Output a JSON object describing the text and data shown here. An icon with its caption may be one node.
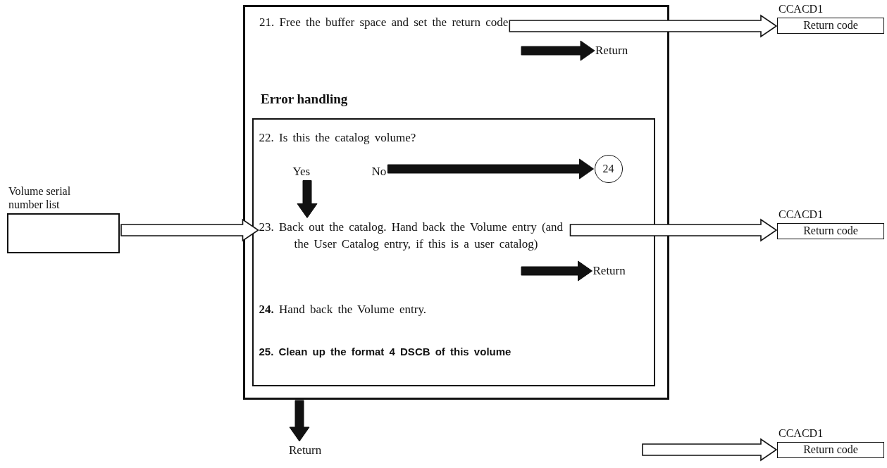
{
  "diagram": {
    "nodes": [
      {
        "text": [
          "Volume serial number list"
        ]
      },
      {
        "text": [],
        "shape": "box"
      },
      {
        "text": [
          "21. Free the buffer space and set the return code"
        ],
        "in": 1
      },
      {
        "text": [
          "Return"
        ],
        "in": 1
      },
      {
        "text": [
          "Error handling"
        ],
        "in": 1
      },
      {
        "text": [
          "22. Is this the catalog volume?"
        ],
        "in": 4
      },
      {
        "text": [
          "Yes"
        ],
        "in": 4
      },
      {
        "text": [
          "No"
        ],
        "in": 4
      },
      {
        "text": [
          "24"
        ],
        "in": 4
      },
      {
        "text": [
          "23. Back out the catalog. Hand back the Volume entry (and the User Catalog entry, if this is a user catalog)"
        ],
        "in": 4
      },
      {
        "text": [
          "Return"
        ],
        "in": 4
      },
      {
        "text": [
          "**24.** Hand back the Volume entry."
        ],
        "in": 4
      },
      {
        "text": [
          "25. Clean up the format 4 DSCB of this volume"
        ],
        "in": 4
      },
      {
        "text": [
          "Return"
        ]
      },
      {
        "text": [
          "CCACD1",
          "Return code"
        ]
      },
      {
        "text": [
          "CCACD1",
          "Return code"
        ]
      },
      {
        "text": [
          "CCACD1",
          "Return code"
        ]
      }
    ],
    "edges": [
      {
        "from": null,
        "to": 3,
        "arrow": "to",
        "style": "thick"
      },
      {
        "from": 6,
        "to": 9,
        "arrow": "to",
        "style": "thick"
      },
      {
        "from": 7,
        "to": 8,
        "arrow": "to",
        "style": "thick"
      },
      {
        "from": null,
        "to": 10,
        "arrow": "to",
        "style": "thick"
      },
      {
        "from": 1,
        "to": 13,
        "arrow": "to",
        "style": "thick"
      },
      {
        "from": 0,
        "to": 9,
        "arrow": "to"
      },
      {
        "from": 2,
        "to": 14,
        "arrow": "to"
      },
      {
        "from": 9,
        "to": 15,
        "arrow": "to"
      },
      {
        "from": null,
        "to": 16,
        "arrow": "to"
      }
    ]
  }
}
